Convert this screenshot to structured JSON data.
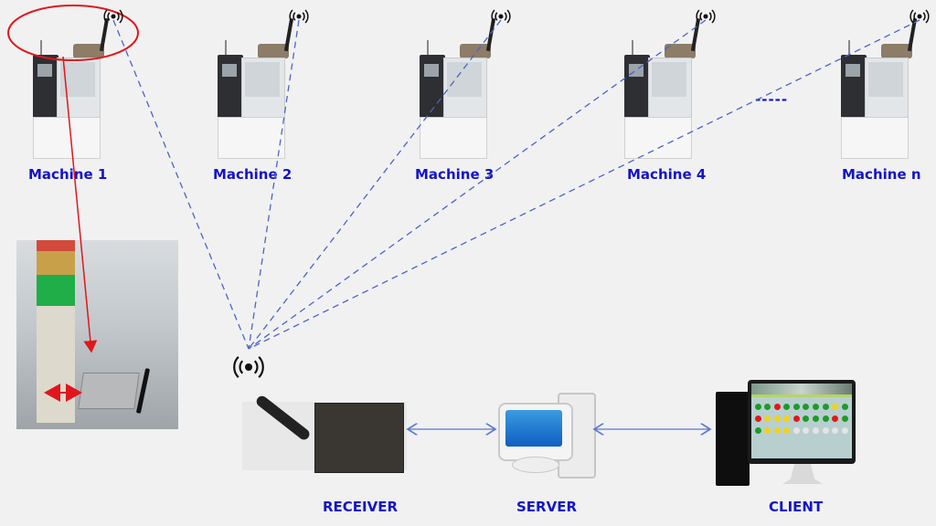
{
  "machines": [
    {
      "label": "Machine 1",
      "highlighted": true
    },
    {
      "label": "Machine 2"
    },
    {
      "label": "Machine 3"
    },
    {
      "label": "Machine 4"
    },
    {
      "label": "Machine n"
    }
  ],
  "ellipsis": "-----",
  "components": {
    "receiver": "RECEIVER",
    "server": "SERVER",
    "client": "CLIENT"
  },
  "colors": {
    "label": "#1414c8",
    "wireless_link": "#4a64c8",
    "highlight": "#e0161c",
    "connector": "#5a78d0"
  },
  "client_status_grid": [
    [
      "green",
      "green",
      "red",
      "green",
      "green",
      "green",
      "green",
      "green",
      "yellow",
      "green"
    ],
    [
      "red",
      "yellow",
      "yellow",
      "yellow",
      "red",
      "green",
      "green",
      "green",
      "red",
      "green"
    ],
    [
      "green",
      "yellow",
      "yellow",
      "yellow",
      "gray",
      "gray",
      "gray",
      "gray",
      "gray",
      "gray"
    ]
  ]
}
